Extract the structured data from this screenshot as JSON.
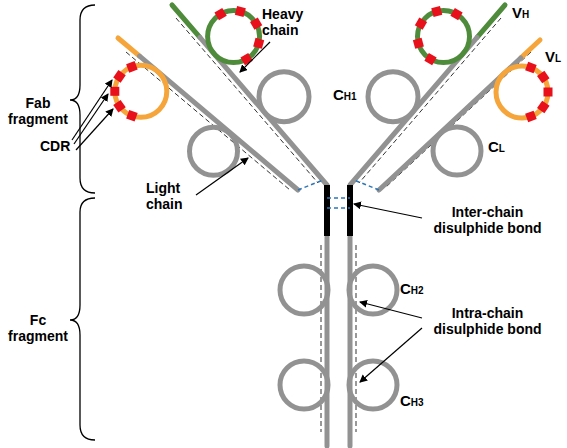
{
  "diagram": {
    "labels": [
      "Fab fragment",
      "CDR",
      "Heavy chain",
      "VH",
      "VL",
      "CH1",
      "Light chain",
      "CL",
      "Inter-chain disulphide bond",
      "Fc fragment",
      "CH2",
      "Intra-chain disulphide bond",
      "CH3"
    ]
  }
}
